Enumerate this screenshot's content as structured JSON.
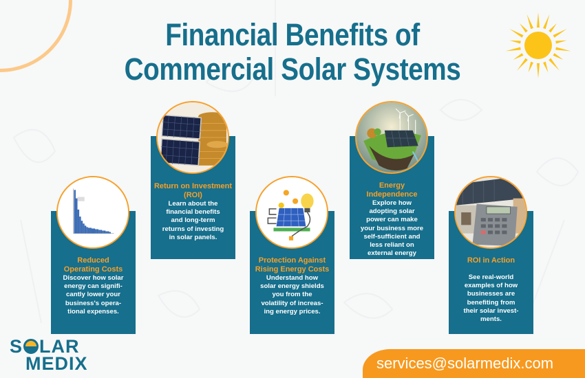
{
  "title": {
    "line1": "Financial Benefits of",
    "line2": "Commercial Solar Systems"
  },
  "colors": {
    "primary_teal": "#166f8c",
    "accent_orange": "#f7a029",
    "sun_yellow": "#fcc419",
    "email_bar": "#f7991e"
  },
  "cards": [
    {
      "heading": "Reduced Operating Costs",
      "heading_lines": [
        "Reduced",
        "Operating Costs"
      ],
      "description_lines": [
        "Discover how solar",
        "energy can signifi-",
        "cantly lower your",
        "business's opera-",
        "tional expenses."
      ],
      "image": "declining-cost-chart-image"
    },
    {
      "heading": "Return on Investment (ROI)",
      "heading_lines": [
        "Return on Investment",
        "(ROI)"
      ],
      "description_lines": [
        "Learn about the",
        "financial benefits",
        "and long-term",
        "returns of investing",
        "in solar panels."
      ],
      "image": "solar-panels-and-coins-image"
    },
    {
      "heading": "Protection Against Rising Energy Costs",
      "heading_lines": [
        "Protection Against",
        "Rising Energy Costs"
      ],
      "description_lines": [
        "Understand how",
        "solar energy shields",
        "you from the",
        "volatility of increas-",
        "ing energy prices."
      ],
      "image": "solar-panel-bulb-illustration"
    },
    {
      "heading": "Energy Independence",
      "heading_lines": [
        "Energy",
        "Independence"
      ],
      "description_lines": [
        "Explore how",
        "adopting solar",
        "power can make",
        "your business more",
        "self-sufficient and",
        "less reliant on",
        "external energy"
      ],
      "image": "solar-island-wind-turbines-image"
    },
    {
      "heading": "ROI in Action",
      "heading_lines": [
        "ROI in Action"
      ],
      "description_lines": [
        "See real-world",
        "examples of how",
        "businesses are",
        "benefiting from",
        "their solar invest-",
        "ments."
      ],
      "image": "calculator-house-solar-roof-image"
    }
  ],
  "logo": {
    "line1_pre": "S",
    "line1_post": "LAR",
    "line2": "MEDIX"
  },
  "footer": {
    "email": "services@solarmedix.com"
  }
}
